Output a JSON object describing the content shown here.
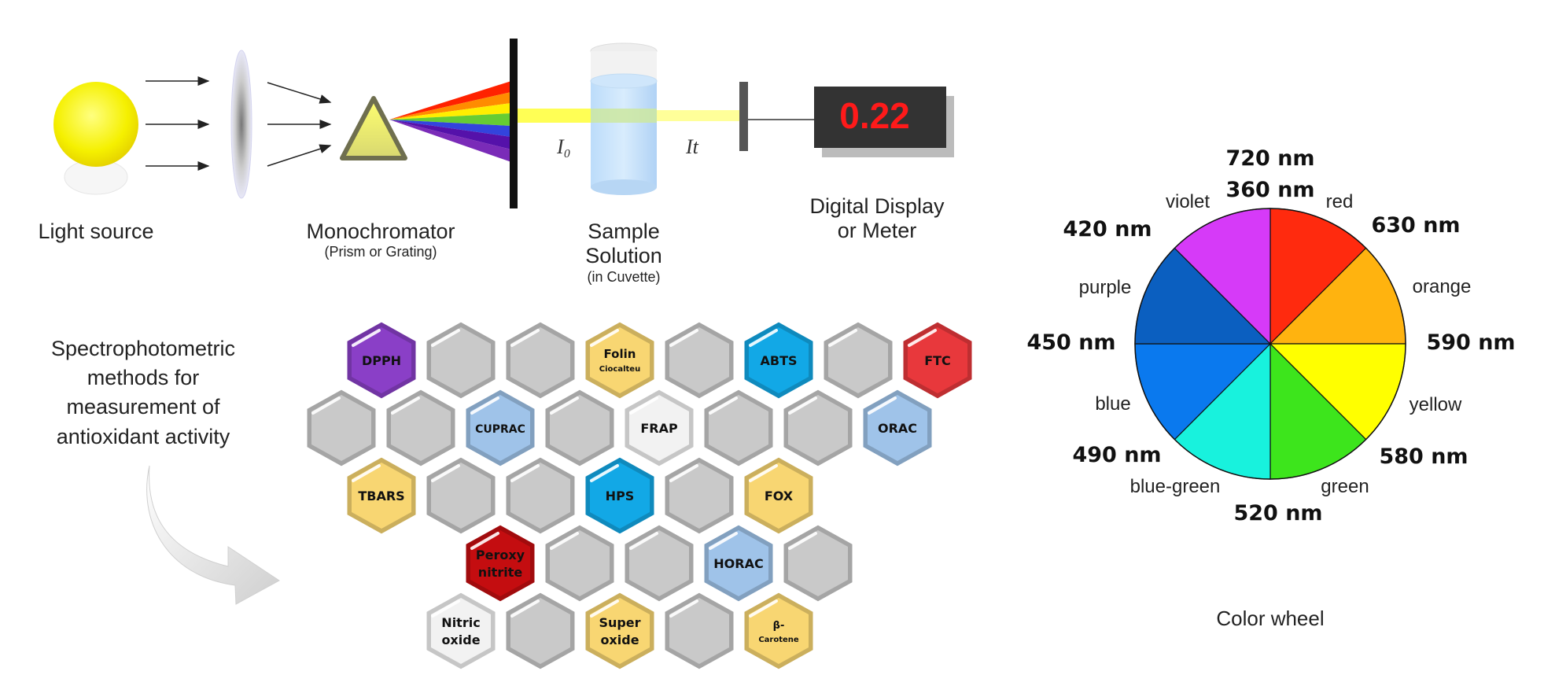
{
  "spectrophotometer": {
    "light_source_label": "Light source",
    "monochromator_label": "Monochromator",
    "monochromator_sub": "(Prism or Grating)",
    "io_label": "I₀",
    "it_label": "It",
    "sample_label_1": "Sample",
    "sample_label_2": "Solution",
    "sample_sub": "(in Cuvette)",
    "display_label_1": "Digital Display",
    "display_label_2": "or Meter",
    "display_value": "0.22",
    "display_value_color": "#ff1a1a"
  },
  "methods": {
    "caption_lines": [
      "Spectrophotometric",
      "methods for",
      "measurement of",
      "antioxidant activity"
    ],
    "colors": {
      "purple": "#8a3fc7",
      "gold": "#f8d672",
      "blue": "#12a8e6",
      "red": "#e8383c",
      "lightblue": "#9fc3e9",
      "white": "#f2f2f2",
      "darkred": "#c40d10",
      "gray": "#c9c9c9"
    },
    "rows": [
      [
        {
          "label": "DPPH",
          "color": "purple"
        },
        {
          "label": "",
          "color": "gray"
        },
        {
          "label": "",
          "color": "gray"
        },
        {
          "label": "Folin",
          "sub": "Ciocalteu",
          "color": "gold"
        },
        {
          "label": "",
          "color": "gray"
        },
        {
          "label": "ABTS",
          "color": "blue"
        },
        {
          "label": "",
          "color": "gray"
        },
        {
          "label": "FTC",
          "color": "red"
        }
      ],
      [
        {
          "label": "",
          "color": "gray"
        },
        {
          "label": "",
          "color": "gray"
        },
        {
          "label": "CUPRAC",
          "color": "lightblue"
        },
        {
          "label": "",
          "color": "gray"
        },
        {
          "label": "FRAP",
          "color": "white"
        },
        {
          "label": "",
          "color": "gray"
        },
        {
          "label": "",
          "color": "gray"
        },
        {
          "label": "ORAC",
          "color": "lightblue"
        }
      ],
      [
        {
          "label": "TBARS",
          "color": "gold"
        },
        {
          "label": "",
          "color": "gray"
        },
        {
          "label": "",
          "color": "gray"
        },
        {
          "label": "HPS",
          "color": "blue"
        },
        {
          "label": "",
          "color": "gray"
        },
        {
          "label": "FOX",
          "color": "gold"
        }
      ],
      [
        {
          "label": "Peroxy",
          "label2": "nitrite",
          "color": "darkred"
        },
        {
          "label": "",
          "color": "gray"
        },
        {
          "label": "",
          "color": "gray"
        },
        {
          "label": "HORAC",
          "color": "lightblue"
        },
        {
          "label": "",
          "color": "gray"
        }
      ],
      [
        {
          "label": "Nitric",
          "label2": "oxide",
          "color": "white"
        },
        {
          "label": "",
          "color": "gray"
        },
        {
          "label": "Super",
          "label2": "oxide",
          "color": "gold"
        },
        {
          "label": "",
          "color": "gray"
        },
        {
          "label": "β-",
          "sub": "Carotene",
          "color": "gold"
        }
      ]
    ]
  },
  "color_wheel": {
    "caption": "Color wheel",
    "segments": [
      {
        "name": "red",
        "color": "#ff2a0e"
      },
      {
        "name": "orange",
        "color": "#ffb30f"
      },
      {
        "name": "yellow",
        "color": "#ffff00"
      },
      {
        "name": "green",
        "color": "#3de51c"
      },
      {
        "name": "blue-green",
        "color": "#18f2dd"
      },
      {
        "name": "blue",
        "color": "#0a79ee"
      },
      {
        "name": "purple",
        "color": "#0b5fc0"
      },
      {
        "name": "violet",
        "color": "#d63af8"
      }
    ],
    "wavelengths": [
      "720 nm",
      "360 nm",
      "630 nm",
      "590 nm",
      "580 nm",
      "520 nm",
      "490 nm",
      "450 nm",
      "420 nm"
    ]
  }
}
